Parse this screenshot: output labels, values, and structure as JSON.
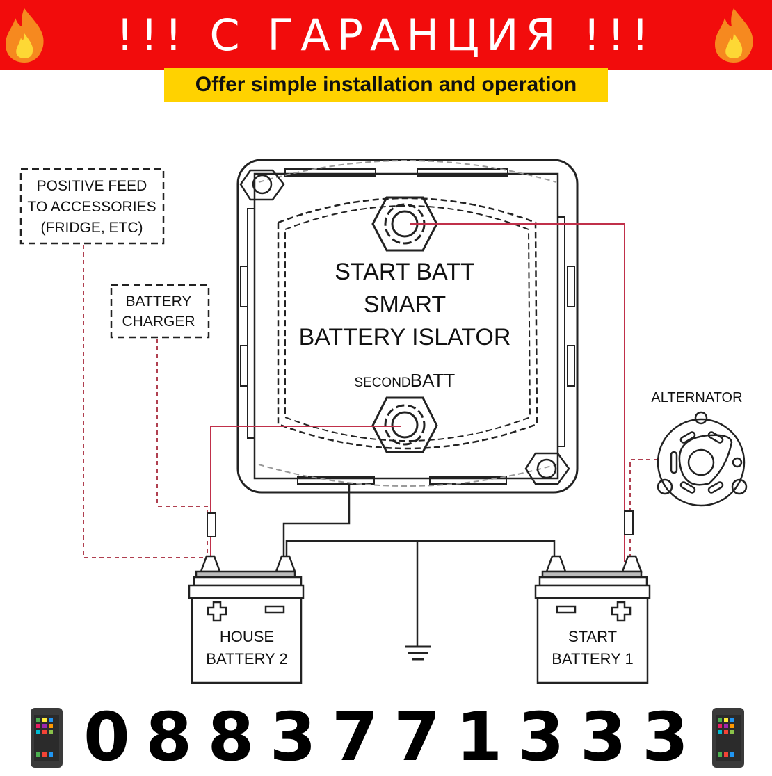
{
  "banner": {
    "title": "!!! С ГАРАНЦИЯ !!!",
    "left_icon": "fire-emoji",
    "right_icon": "fire-emoji",
    "background": "#f20c0c"
  },
  "subtitle": {
    "text": "Offer simple installation and operation",
    "background": "#ffd200"
  },
  "diagram": {
    "labels": {
      "positive_feed_line1": "POSITIVE FEED",
      "positive_feed_line2": "TO ACCESSORIES",
      "positive_feed_line3": "(FRIDGE, ETC)",
      "charger_line1": "BATTERY",
      "charger_line2": "CHARGER",
      "device_line1": "START BATT",
      "device_line2": "SMART",
      "device_line3": "BATTERY ISLATOR",
      "second_batt_small": "SECOND",
      "second_batt_big": "BATT",
      "alternator": "ALTERNATOR",
      "house_line1": "HOUSE",
      "house_line2": "BATTERY 2",
      "start_line1": "START",
      "start_line2": "BATTERY 1"
    },
    "icons": [
      "isolator-device",
      "terminal-nut",
      "alternator-icon",
      "battery-icon",
      "ground-symbol",
      "fuse-icon",
      "plus-icon",
      "minus-icon"
    ],
    "wire_color": "#c0304a"
  },
  "contact": {
    "phone": "0883771333",
    "digits": [
      "0",
      "8",
      "8",
      "3",
      "7",
      "7",
      "1",
      "3",
      "3",
      "3"
    ],
    "icon": "mobile-phone-emoji"
  }
}
